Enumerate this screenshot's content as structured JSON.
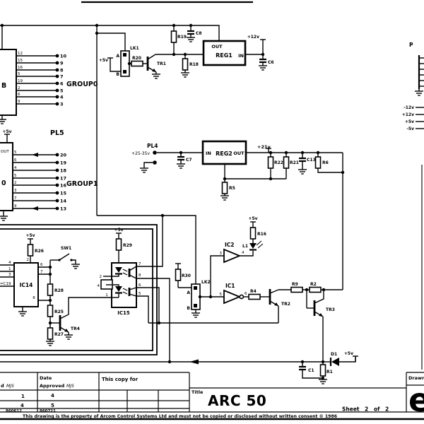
{
  "drawing": {
    "title": "ARC 50",
    "title_label": "Title",
    "sheet_label": "Sheet",
    "sheet_num": "2",
    "of_label": "of",
    "sheet_total": "2",
    "copy_for": "This copy for",
    "drawn_label": "Drawn",
    "logo": "e",
    "col1_prefix": "d",
    "col1_sign": "MJS",
    "date_label": "Date",
    "approved_label": "Approved",
    "approved_sign": "MJS",
    "revisions": [
      [
        "1",
        "4"
      ],
      [
        "4",
        "5"
      ],
      [
        "860612",
        "860721"
      ]
    ],
    "copyright": "This drawing is the property of Arcom Control Systems Ltd and must not be copied or disclosed without written consent   © 1986"
  },
  "connectors": {
    "pl4": {
      "name": "PL4",
      "range": "+25-35v"
    },
    "pl5": "PL5",
    "p_right": {
      "name": "P",
      "rails": [
        "-12v",
        "+12v",
        "+5v",
        "-5v"
      ]
    },
    "group0": {
      "name": "GROUP0",
      "pins": [
        "12",
        "15",
        "16",
        "5",
        "19",
        "2",
        "6",
        "9"
      ],
      "nets": [
        "10",
        "9",
        "8",
        "7",
        "6",
        "5",
        "4",
        "3"
      ]
    },
    "group1": {
      "name": "GROUP1",
      "pins": [
        "5",
        "6",
        "4",
        "5",
        "2",
        "3",
        "7",
        "9"
      ],
      "nets": [
        "20",
        "19",
        "18",
        "17",
        "16",
        "15",
        "14",
        "13"
      ]
    }
  },
  "components": {
    "reg1": "REG1",
    "reg2": "REG2",
    "in": "IN",
    "out": "OUT",
    "ic1": "IC1",
    "ic2": "IC2",
    "ic14": "IC14",
    "ic15": "IC15",
    "icb": "B",
    "ic_partial": "0",
    "tr1": "TR1",
    "tr2": "TR2",
    "tr3": "TR3",
    "tr4": "TR4",
    "r1": "R1",
    "r2": "R2",
    "r4": "R4",
    "r5": "R5",
    "r6": "R6",
    "r9": "R9",
    "r16": "R16",
    "r18": "R18",
    "r19": "R19",
    "r20": "R20",
    "r21": "R21",
    "r22": "R22",
    "r25": "R25",
    "r26": "R26",
    "r27": "R27",
    "r28": "R28",
    "r29": "R29",
    "r30": "R30",
    "c1": "C1",
    "c6": "C6",
    "c7": "C7",
    "c8": "C8",
    "c13": "C13",
    "c19": "=C19",
    "d1": "D1",
    "l1": "L1",
    "sw1": "SW1",
    "lk1": "LK1",
    "lk2": "LK2",
    "link_a": "A",
    "link_b": "B"
  },
  "rails": {
    "p5": "+5v",
    "p12": "+12v",
    "p21": "+21v"
  },
  "nums": {
    "n1": "1",
    "n2": "2",
    "n3": "3",
    "n4": "4",
    "n5": "5",
    "n6": "6",
    "n7": "7",
    "n8": "8"
  },
  "colors": {
    "ink": "#000000",
    "paper": "#ffffff"
  }
}
